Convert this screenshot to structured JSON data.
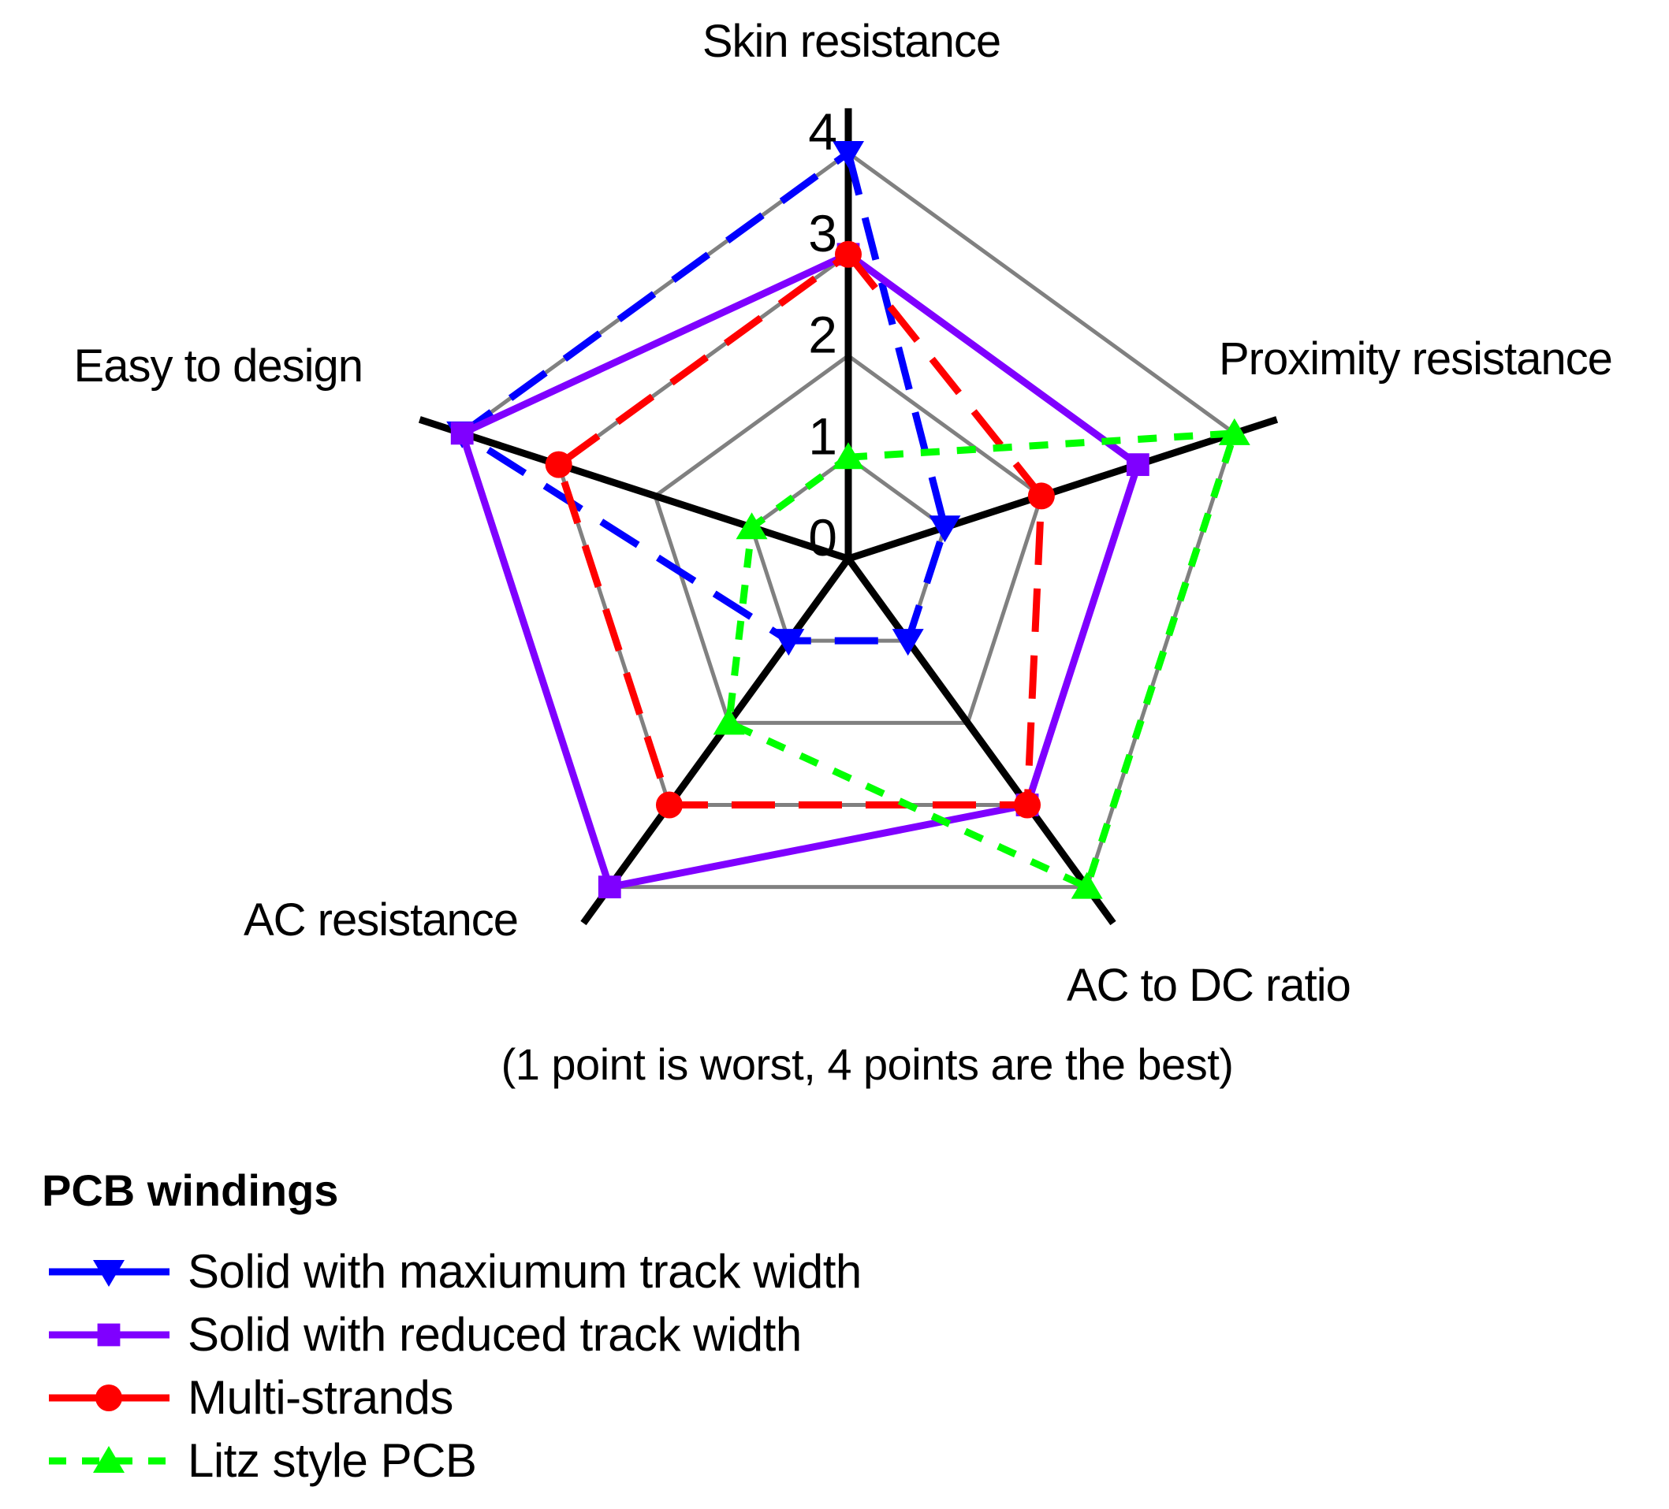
{
  "chart_data": {
    "type": "radar",
    "axes": [
      "Skin resistance",
      "Proximity resistance",
      "AC to DC ratio",
      "AC resistance",
      "Easy to design"
    ],
    "r_ticks": [
      "0",
      "1",
      "2",
      "3",
      "4"
    ],
    "r_range": [
      0,
      4
    ],
    "note": "(1 point is worst, 4 points are the best)",
    "legend_title": "PCB windings",
    "grid": true,
    "series": [
      {
        "name": "Solid with maxiumum track width",
        "values": [
          4,
          1,
          1,
          1,
          4
        ],
        "color": "#0000ff",
        "marker": "triangle-down",
        "line": "dashed"
      },
      {
        "name": "Solid with reduced track width",
        "values": [
          3,
          3,
          3,
          4,
          4
        ],
        "color": "#7f00ff",
        "marker": "square",
        "line": "solid"
      },
      {
        "name": "Multi-strands",
        "values": [
          3,
          2,
          3,
          3,
          3
        ],
        "color": "#ff0000",
        "marker": "circle",
        "line": "dashed"
      },
      {
        "name": "Litz style PCB",
        "values": [
          1,
          4,
          4,
          2,
          1
        ],
        "color": "#00ff00",
        "marker": "triangle-up",
        "line": "dotted"
      }
    ]
  }
}
